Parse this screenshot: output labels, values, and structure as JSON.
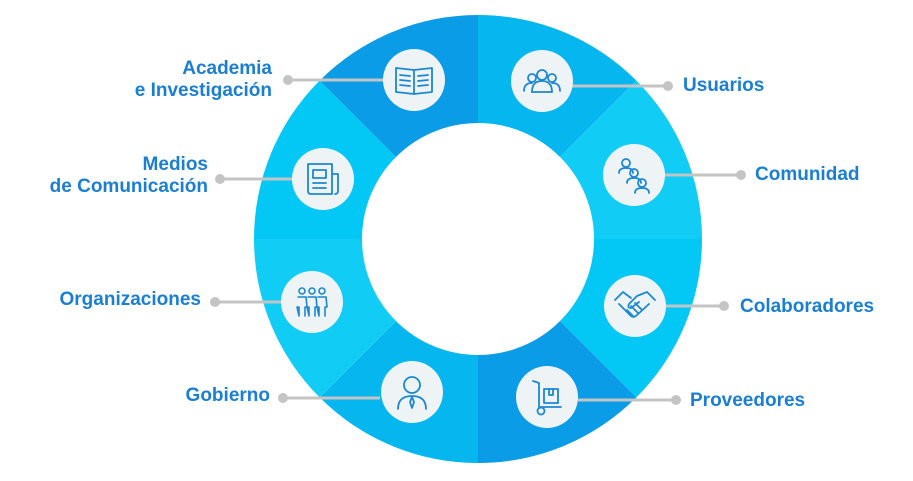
{
  "colors": {
    "text": "#1a7fd3",
    "connector": "#c4c4c4",
    "ring_light": "#11cdf6",
    "ring_mid": "#06b6ef",
    "ring_deep": "#0a9ce6",
    "icon_bg": "#eef3f6",
    "icon_stroke": "#1c88d2"
  },
  "stakeholders": [
    {
      "id": "usuarios",
      "lines": [
        "Usuarios"
      ],
      "icon": "group-icon"
    },
    {
      "id": "comunidad",
      "lines": [
        "Comunidad"
      ],
      "icon": "community-icon"
    },
    {
      "id": "colaboradores",
      "lines": [
        "Colaboradores"
      ],
      "icon": "handshake-icon"
    },
    {
      "id": "proveedores",
      "lines": [
        "Proveedores"
      ],
      "icon": "hand-truck-icon"
    },
    {
      "id": "gobierno",
      "lines": [
        "Gobierno"
      ],
      "icon": "official-icon"
    },
    {
      "id": "organizaciones",
      "lines": [
        "Organizaciones"
      ],
      "icon": "people-chain-icon"
    },
    {
      "id": "medios",
      "lines": [
        "Medios",
        "de Comunicación"
      ],
      "icon": "newspaper-icon"
    },
    {
      "id": "academia",
      "lines": [
        "Academia",
        "e Investigación"
      ],
      "icon": "open-book-icon"
    }
  ]
}
